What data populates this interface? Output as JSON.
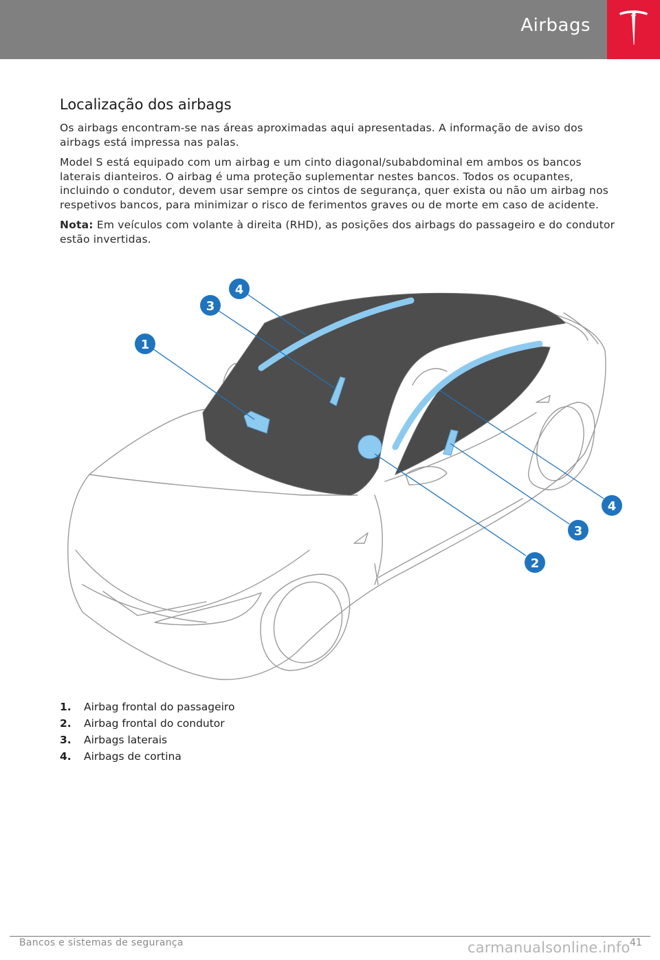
{
  "header": {
    "title": "Airbags"
  },
  "colors": {
    "header_bg": "#808080",
    "logo_bg": "#e31937",
    "callout": "#1f74bd",
    "airbag": "#8dcaf0"
  },
  "section": {
    "heading": "Localização dos airbags",
    "paragraph1": "Os airbags encontram-se nas áreas aproximadas aqui apresentadas. A informação de aviso dos airbags está impressa nas palas.",
    "paragraph2": "Model S está equipado com um airbag e um cinto diagonal/subabdominal em ambos os bancos laterais dianteiros. O airbag é uma proteção suplementar nestes bancos. Todos os ocupantes, incluindo o condutor, devem usar sempre os cintos de segurança, quer exista ou não um airbag nos respetivos bancos, para minimizar o risco de ferimentos graves ou de morte em caso de acidente.",
    "note_label": "Nota:",
    "note_text": " Em veículos com volante à direita (RHD), as posições dos airbags do passageiro e do condutor estão invertidas."
  },
  "figure": {
    "callouts": [
      "1",
      "2",
      "3",
      "4",
      "3",
      "4"
    ]
  },
  "legend": [
    {
      "num": "1.",
      "text": "Airbag frontal do passageiro"
    },
    {
      "num": "2.",
      "text": "Airbag frontal do condutor"
    },
    {
      "num": "3.",
      "text": "Airbags laterais"
    },
    {
      "num": "4.",
      "text": "Airbags de cortina"
    }
  ],
  "footer": {
    "section": "Bancos e sistemas de segurança",
    "page": "41",
    "watermark": "carmanualsonline.info"
  }
}
